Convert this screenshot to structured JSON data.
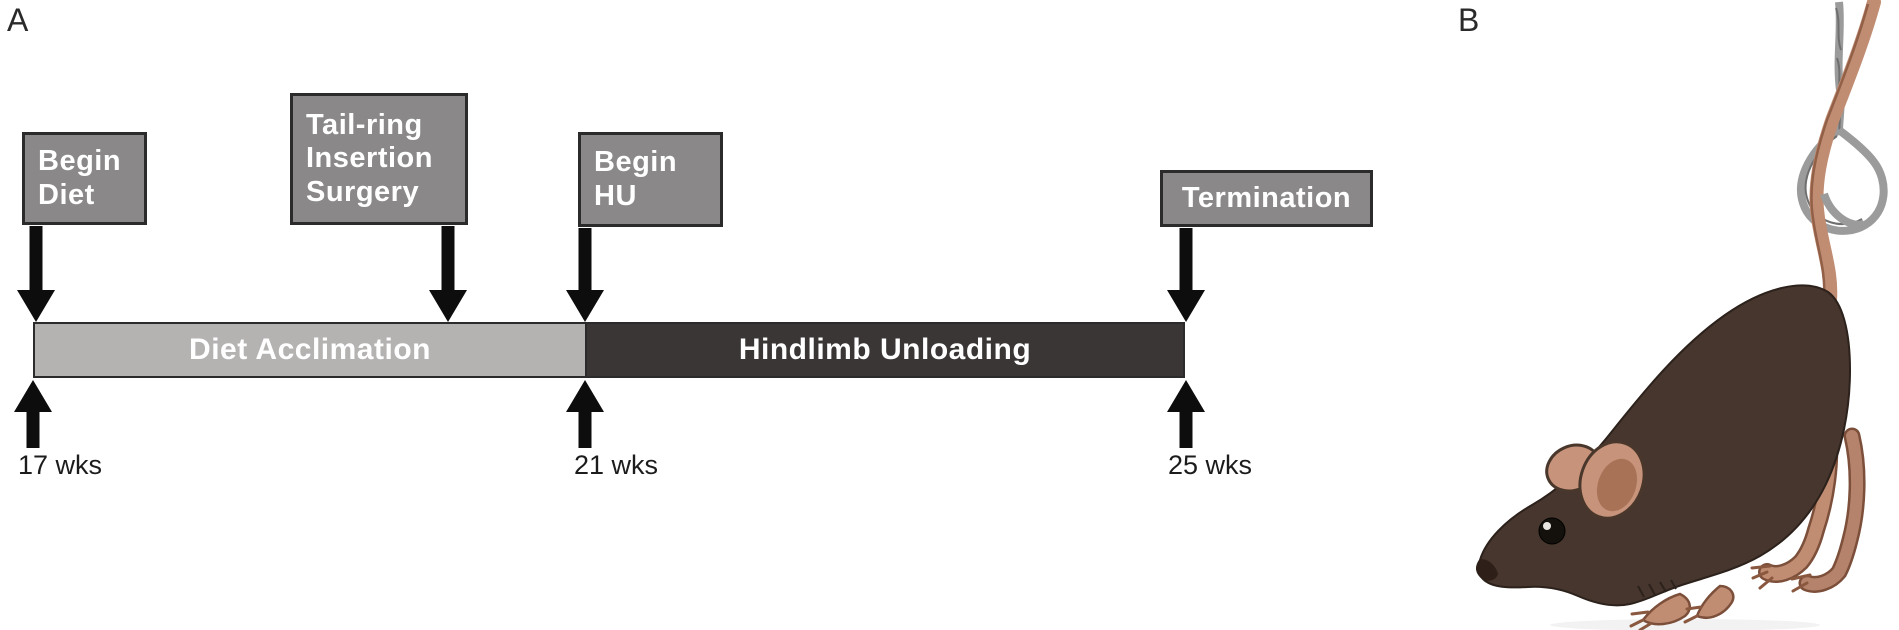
{
  "figure": {
    "panel_a": {
      "label": "A",
      "event_boxes": [
        {
          "id": "begin-diet",
          "label": "Begin\nDiet"
        },
        {
          "id": "tail-ring-surgery",
          "label": "Tail-ring\nInsertion\nSurgery"
        },
        {
          "id": "begin-hu",
          "label": "Begin\nHU"
        },
        {
          "id": "termination",
          "label": "Termination"
        }
      ],
      "phases": [
        {
          "label": "Diet Acclimation",
          "start": "17 wks",
          "end": "21 wks",
          "color": "#b5b2b2"
        },
        {
          "label": "Hindlimb Unloading",
          "start": "21 wks",
          "end": "25 wks",
          "color": "#3a3636"
        }
      ],
      "week_labels": [
        "17 wks",
        "21 wks",
        "25 wks"
      ]
    },
    "panel_b": {
      "label": "B",
      "illustration": "mouse-tail-suspension-hindlimb-unloading"
    },
    "colors": {
      "event_box_bg": "#8a8888",
      "event_box_border": "#2b2b2b",
      "phase_diet_bg": "#b5b2b2",
      "phase_hu_bg": "#3a3636",
      "arrow": "#0d0d0d",
      "box_text": "#ffffff",
      "week_text": "#1c1c1c",
      "mouse_body": "#46362e",
      "mouse_skin": "#c08d73",
      "wire": "#9b9b9b"
    }
  }
}
